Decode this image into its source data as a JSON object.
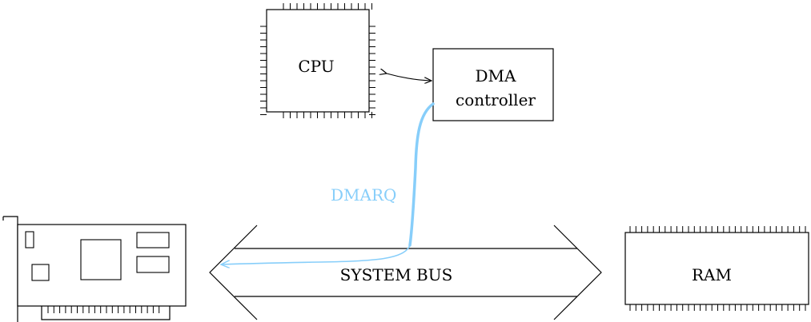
{
  "labels": {
    "cpu": "CPU",
    "dma_line1": "DMA",
    "dma_line2": "controller",
    "dmarq": "DMARQ",
    "bus": "SYSTEM BUS",
    "ram": "RAM"
  },
  "colors": {
    "ink": "#000000",
    "signal": "#87CEFA",
    "background": "#FFFFFF"
  }
}
